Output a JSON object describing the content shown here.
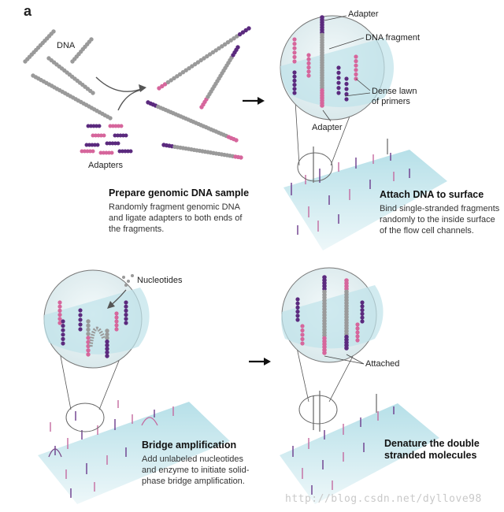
{
  "panel_letter": "a",
  "step1": {
    "title": "Prepare genomic DNA sample",
    "body": "Randomly fragment genomic DNA\nand ligate adapters to both ends of\nthe fragments.",
    "label_dna": "DNA",
    "label_adapters": "Adapters"
  },
  "step2": {
    "title": "Attach DNA to surface",
    "body": "Bind single-stranded fragments\nrandomly to the inside surface\nof the flow cell channels.",
    "label_adapter_top": "Adapter",
    "label_fragment": "DNA fragment",
    "label_lawn": "Dense lawn\nof primers",
    "label_adapter_bottom": "Adapter"
  },
  "step3": {
    "title": "Bridge amplification",
    "body": "Add unlabeled nucleotides\nand enzyme to initiate solid-\nphase bridge amplification.",
    "label_nucleotides": "Nucleotides"
  },
  "step4": {
    "title": "Denature the double\nstranded molecules",
    "label_attached": "Attached"
  },
  "watermark": "http://blog.csdn.net/dyllove98",
  "colors": {
    "gray": "#9a9a9a",
    "purple": "#5b2a7e",
    "pink": "#d6669c",
    "surface": "#a9d9e2"
  }
}
